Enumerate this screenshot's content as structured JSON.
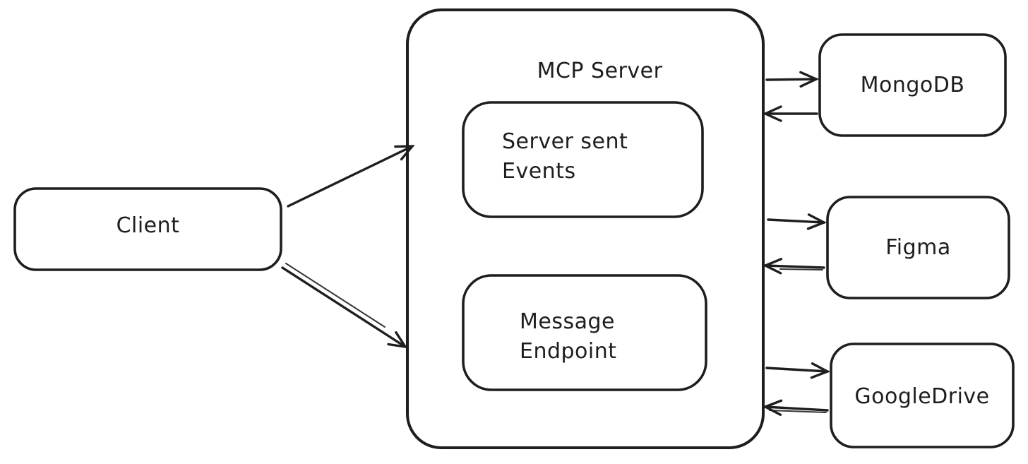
{
  "diagram": {
    "type": "architecture-sketch",
    "title": "MCP Server",
    "colors": {
      "stroke": "#1e1e1e",
      "text": "#1e1e1e",
      "service_fill": "#FAE58A",
      "plain_fill": "#ffffff",
      "background": "#ffffff"
    },
    "nodes": {
      "client": {
        "label": "Client",
        "fill": "white"
      },
      "mcp_server": {
        "label": "MCP Server",
        "fill": "white"
      },
      "server_sent_events": {
        "label": "Server sent\nEvents",
        "fill": "white",
        "parent": "MCP Server"
      },
      "message_endpoint": {
        "label": "Message\nEndpoint",
        "fill": "white",
        "parent": "MCP Server"
      },
      "mongodb": {
        "label": "MongoDB",
        "fill": "yellow"
      },
      "figma": {
        "label": "Figma",
        "fill": "yellow"
      },
      "googledrive": {
        "label": "GoogleDrive",
        "fill": "yellow"
      }
    },
    "edges": [
      {
        "from": "Client",
        "to": "MCP Server",
        "position": "top"
      },
      {
        "from": "Client",
        "to": "MCP Server",
        "position": "bottom"
      },
      {
        "from": "MCP Server",
        "to": "MongoDB"
      },
      {
        "from": "MongoDB",
        "to": "MCP Server"
      },
      {
        "from": "MCP Server",
        "to": "Figma"
      },
      {
        "from": "Figma",
        "to": "MCP Server"
      },
      {
        "from": "MCP Server",
        "to": "GoogleDrive"
      },
      {
        "from": "GoogleDrive",
        "to": "MCP Server"
      }
    ]
  }
}
